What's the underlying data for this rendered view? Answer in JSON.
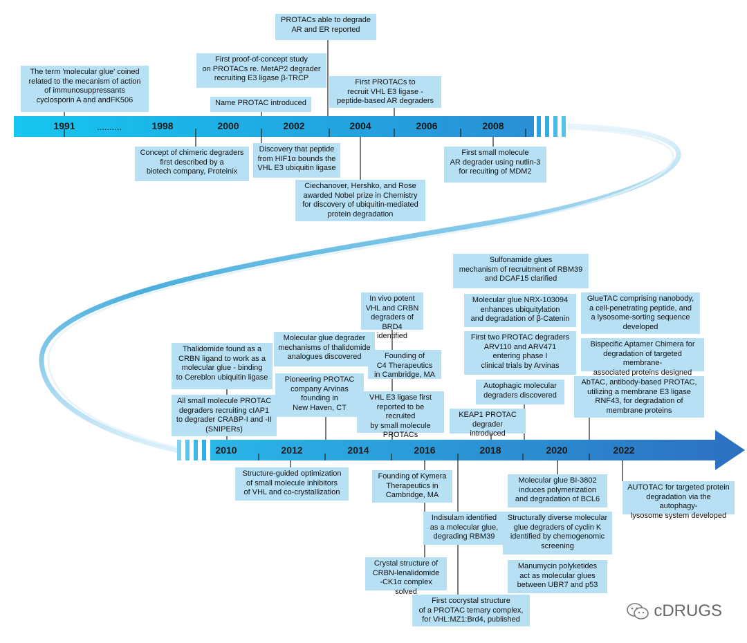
{
  "top_axis": {
    "years": [
      "1991",
      "1998",
      "2000",
      "2002",
      "2004",
      "2006",
      "2008"
    ],
    "ellipsis": ".........."
  },
  "bottom_axis": {
    "years": [
      "2010",
      "2012",
      "2014",
      "2016",
      "2018",
      "2020",
      "2022"
    ]
  },
  "events": {
    "e1": "The term 'molecular glue' coined\nrelated to the mecanism of action\nof immunosuppressants\ncyclosporin A and andFK506",
    "e2": "Concept of chimeric degraders\nfirst described by a\nbiotech company, Proteinix",
    "e3": "First proof-of-concept study\non PROTACs re. MetAP2 degrader\nrecruiting E3 ligase β-TRCP",
    "e4": "Name PROTAC introduced",
    "e5": "PROTACs able to degrade\nAR and ER reported",
    "e6": "Discovery that peptide\nfrom HIF1α bounds the\nVHL E3 ubiquitin ligase",
    "e7": "First PROTACs to\nrecruit VHL E3 ligase -\npeptide-based AR degraders",
    "e8": "Ciechanover,  Hershko,  and  Rose\nawarded Nobel prize in Chemistry\nfor discovery of ubiquitin-mediated\nprotein degradation",
    "e9": "First small molecule\nAR degrader using nutlin-3\nfor recuiting of MDM2",
    "b1": "Thalidomide found as a\nCRBN ligand to work as a\nmolecular glue - binding\nto Cereblon ubiquitin ligase",
    "b2": "All small molecule PROTAC\ndegraders recruiting cIAP1\nto degrader CRABP-I and -II\n(SNIPERs)",
    "b3": "Molecular glue degrader\nmechanisms of thalidomide\nanalogues discovered",
    "b4": "Pioneering PROTAC\ncompany Arvinas\nfounding in\nNew Haven, CT",
    "b5": "In vivo potent\nVHL and CRBN\ndegraders of BRD4\nidentified",
    "b6": "Founding of\nC4 Therapeutics\nin Cambridge, MA",
    "b7": "VHL E3 ligase first\nreported to be recruited\nby small molecule\nPROTACs",
    "b8": "KEAP1 PROTAC\ndegrader introduced",
    "b9": "Sulfonamide glues\nmechanism of recruitment of RBM39\nand DCAF15 clarified",
    "b10": "Molecular glue NRX-103094\nenhances ubiquitylation\nand degradation of β-Catenin",
    "b11": "First two PROTAC degraders\nARV110 and ARV471\nentering phase I\nclinical trials by Arvinas",
    "b12": "Autophagic molecular\ndegraders discovered",
    "b13": "GlueTAC comprising nanobody,\na cell-penetrating peptide, and\na lysosome-sorting sequence\ndeveloped",
    "b14": "Bispecific Aptamer Chimera for\ndegradation of targeted membrane-\nassociated proteins designed",
    "b15": "AbTAC, antibody-based PROTAC,\nutilizing a membrane E3 ligase\nRNF43, for degradation of\nmembrane proteins",
    "b16": "Structure-guided optimization\nof small molecule inhibitors\nof VHL  and co-crystallization",
    "b17": "Founding of Kymera\nTherapeutics in\nCambridge, MA",
    "b18": "Indisulam identified\nas a molecular glue,\ndegrading RBM39",
    "b19": "Crystal structure of\nCRBN-lenalidomide\n-CK1α complex solved",
    "b20": "First cocrystal structure\nof a PROTAC ternary complex,\nfor VHL:MZ1:Brd4, published",
    "b21": "Molecular glue BI-3802\ninduces polymerization\nand degradation of BCL6",
    "b22": "Structurally diverse molecular\nglue degraders of cyclin K\nidentified by chemogenomic\nscreening",
    "b23": "Manumycin polyketides\nact as molecular glues\nbetween UBR7 and p53",
    "b24": "AUTOTAC for targeted protein\ndegradation via the autophagy-\nlysosome system developed"
  },
  "watermark": "cDRUGS",
  "colors": {
    "box": "#b7e0f4",
    "bar_start": "#18c4ee",
    "bar_end": "#2d6fc0"
  }
}
